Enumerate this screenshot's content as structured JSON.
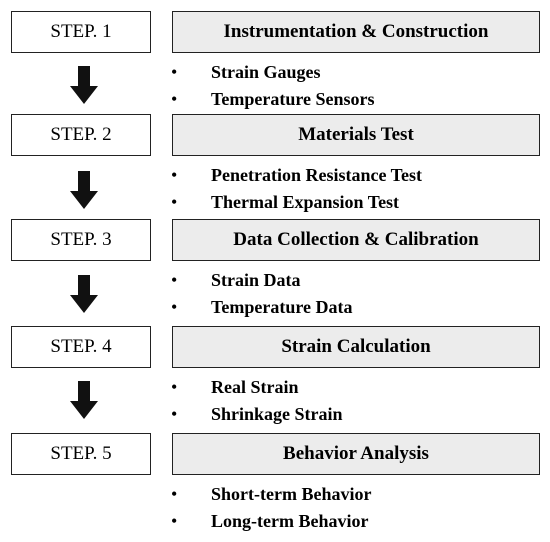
{
  "steps": [
    {
      "label": "STEP. 1",
      "title": "Instrumentation & Construction",
      "items": [
        "Strain Gauges",
        "Temperature Sensors"
      ]
    },
    {
      "label": "STEP. 2",
      "title": "Materials Test",
      "items": [
        "Penetration Resistance Test",
        "Thermal Expansion Test"
      ]
    },
    {
      "label": "STEP. 3",
      "title": "Data Collection & Calibration",
      "items": [
        "Strain Data",
        "Temperature Data"
      ]
    },
    {
      "label": "STEP. 4",
      "title": "Strain Calculation",
      "items": [
        "Real Strain",
        "Shrinkage Strain"
      ]
    },
    {
      "label": "STEP. 5",
      "title": "Behavior Analysis",
      "items": [
        "Short-term Behavior",
        "Long-term Behavior"
      ]
    }
  ],
  "bullet_symbol": "•",
  "colors": {
    "title_box_fill": "#ececec",
    "border": "#222222",
    "arrow": "#111111"
  },
  "icons": {
    "connector": "arrow-down-icon"
  }
}
